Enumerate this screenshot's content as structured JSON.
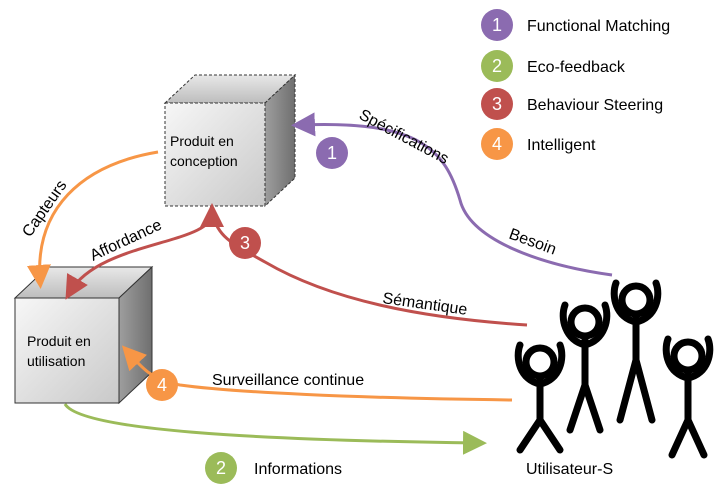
{
  "legend": [
    {
      "num": "1",
      "label": "Functional Matching",
      "color": "#8b6bb0"
    },
    {
      "num": "2",
      "label": "Eco-feedback",
      "color": "#9bbb59"
    },
    {
      "num": "3",
      "label": "Behaviour Steering",
      "color": "#c0504d"
    },
    {
      "num": "4",
      "label": "Intelligent",
      "color": "#f79646"
    }
  ],
  "boxes": {
    "conception": {
      "line1": "Produit en",
      "line2": "conception"
    },
    "utilisation": {
      "line1": "Produit en",
      "line2": "utilisation"
    }
  },
  "users": {
    "label": "Utilisateur-S"
  },
  "edges": {
    "specifications": "Spécifications",
    "besoin": "Besoin",
    "capteurs": "Capteurs",
    "affordance": "Affordance",
    "semantique": "Sémantique",
    "surveillance": "Surveillance continue",
    "informations": "Informations"
  },
  "badges": {
    "b1": "1",
    "b2": "2",
    "b3": "3",
    "b4": "4"
  },
  "colors": {
    "purple": "#8b6bb0",
    "green": "#9bbb59",
    "red": "#c0504d",
    "orange": "#f79646"
  }
}
